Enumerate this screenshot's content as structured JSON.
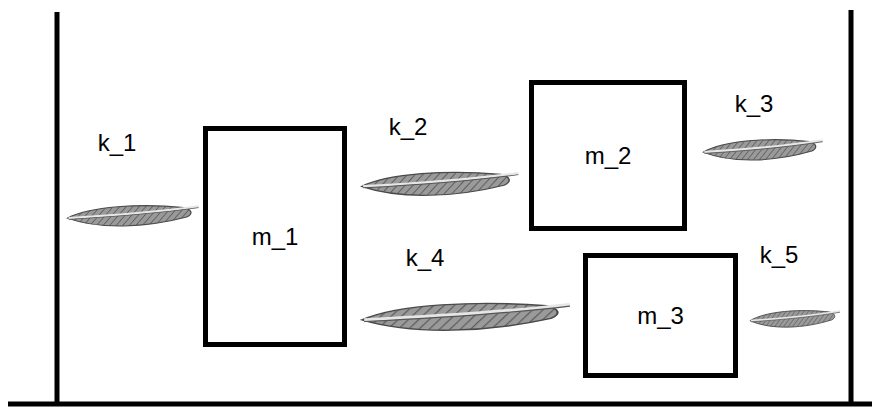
{
  "diagram": {
    "nodes": [
      {
        "text": [
          "m_1"
        ]
      },
      {
        "text": [
          "m_2"
        ]
      },
      {
        "text": [
          "m_3"
        ]
      }
    ],
    "labels": [
      "k_1",
      "k_2",
      "k_3",
      "k_4",
      "k_5"
    ]
  }
}
